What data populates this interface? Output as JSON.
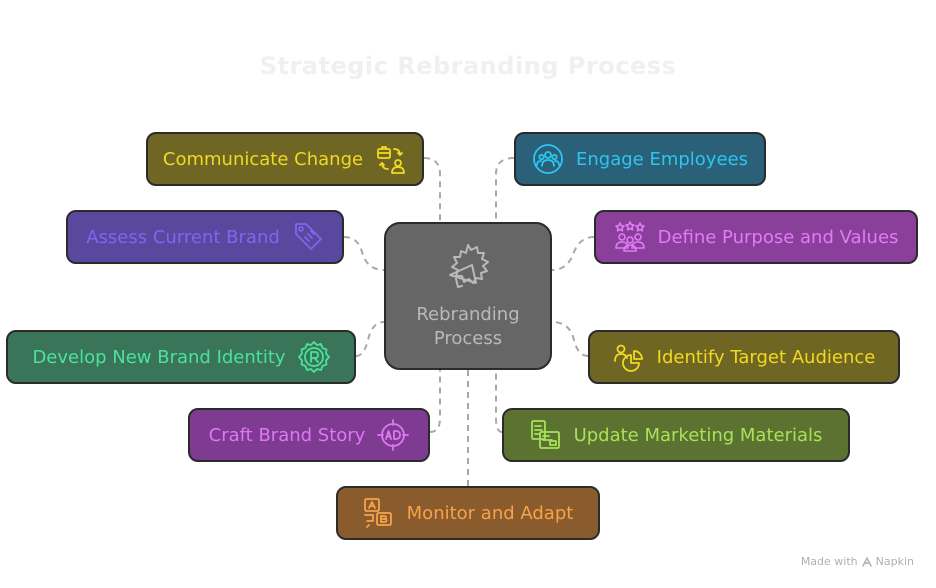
{
  "title": "Strategic Rebranding Process",
  "center": {
    "line1": "Rebranding",
    "line2": "Process",
    "icon": "megaphone-icon",
    "bg": "#666666",
    "text": "#b9b9b9"
  },
  "nodes": [
    {
      "id": "communicate-change",
      "label": "Communicate Change",
      "icon": "briefcase-person-icon",
      "bg": "#6f6624",
      "text": "#f2d920"
    },
    {
      "id": "engage-employees",
      "label": "Engage Employees",
      "icon": "group-icon",
      "bg": "#2b6079",
      "text": "#2cc5f2"
    },
    {
      "id": "assess-current-brand",
      "label": "Assess Current Brand",
      "icon": "price-tag-icon",
      "bg": "#59489e",
      "text": "#7b68ee"
    },
    {
      "id": "define-purpose-values",
      "label": "Define Purpose and Values",
      "icon": "team-stars-icon",
      "bg": "#8a3f9a",
      "text": "#e07cf5"
    },
    {
      "id": "develop-brand-identity",
      "label": "Develop New Brand Identity",
      "icon": "registered-badge-icon",
      "bg": "#3a7459",
      "text": "#4be39b"
    },
    {
      "id": "identify-target-audience",
      "label": "Identify Target Audience",
      "icon": "audience-chart-icon",
      "bg": "#6f6624",
      "text": "#f2d920"
    },
    {
      "id": "craft-brand-story",
      "label": "Craft Brand Story",
      "icon": "ad-target-icon",
      "bg": "#7f3a92",
      "text": "#dd79f2"
    },
    {
      "id": "update-marketing-materials",
      "label": "Update Marketing Materials",
      "icon": "documents-icon",
      "bg": "#5c7231",
      "text": "#a8e25a"
    },
    {
      "id": "monitor-adapt",
      "label": "Monitor and Adapt",
      "icon": "ab-test-icon",
      "bg": "#8a5b2c",
      "text": "#f7a34a"
    }
  ],
  "footer": {
    "made_with": "Made with",
    "brand": "Napkin"
  }
}
